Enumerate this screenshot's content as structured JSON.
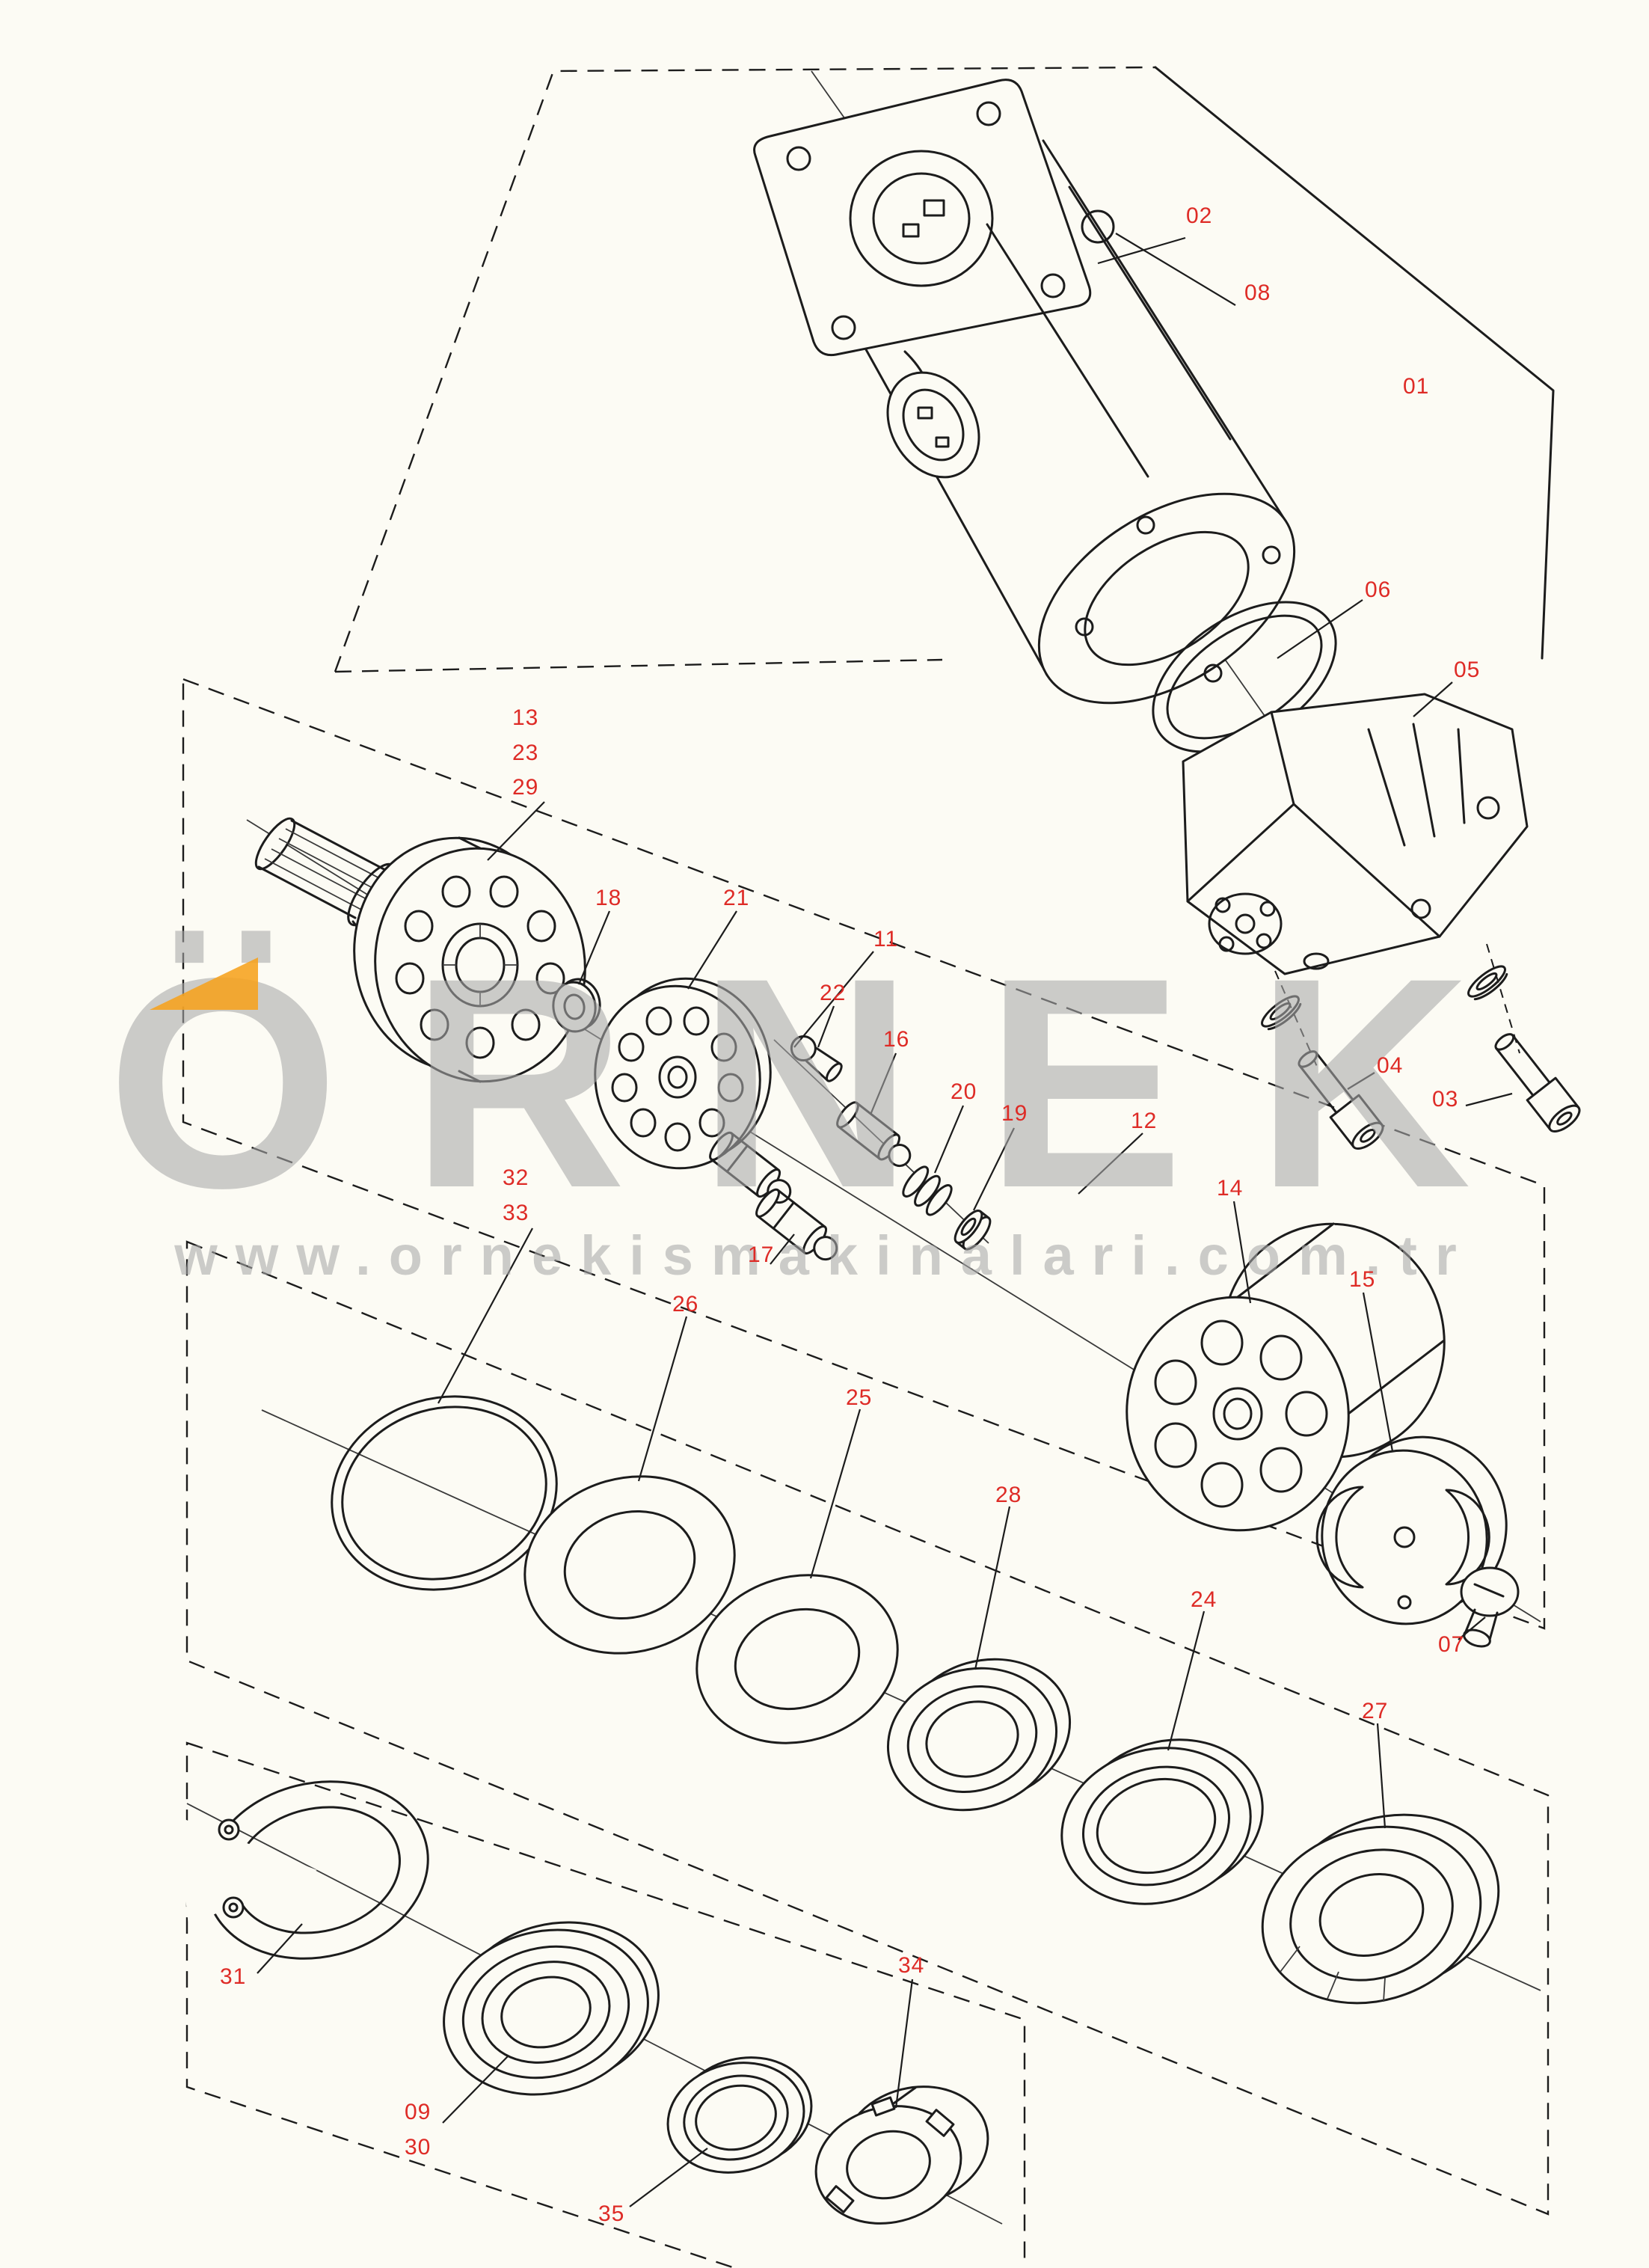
{
  "document": {
    "kind": "exploded-parts-diagram",
    "background_color": "#fcfbf4",
    "line_color": "#1c1c1c",
    "label_color": "#de2b26"
  },
  "watermark": {
    "brand": "ÖRNEK",
    "url": "www.ornekismakinalari.com.tr",
    "text_color": "#a9a9a9",
    "accent_color": "#f6a21d"
  },
  "labels": [
    {
      "text": "02"
    },
    {
      "text": "08"
    },
    {
      "text": "01"
    },
    {
      "text": "06"
    },
    {
      "text": "05"
    },
    {
      "text": "13"
    },
    {
      "text": "23"
    },
    {
      "text": "29"
    },
    {
      "text": "18"
    },
    {
      "text": "21"
    },
    {
      "text": "11"
    },
    {
      "text": "22"
    },
    {
      "text": "16"
    },
    {
      "text": "20"
    },
    {
      "text": "19"
    },
    {
      "text": "04"
    },
    {
      "text": "03"
    },
    {
      "text": "12"
    },
    {
      "text": "32"
    },
    {
      "text": "33"
    },
    {
      "text": "17"
    },
    {
      "text": "14"
    },
    {
      "text": "15"
    },
    {
      "text": "26"
    },
    {
      "text": "25"
    },
    {
      "text": "28"
    },
    {
      "text": "24"
    },
    {
      "text": "07"
    },
    {
      "text": "27"
    },
    {
      "text": "31"
    },
    {
      "text": "34"
    },
    {
      "text": "09"
    },
    {
      "text": "30"
    },
    {
      "text": "35"
    }
  ]
}
